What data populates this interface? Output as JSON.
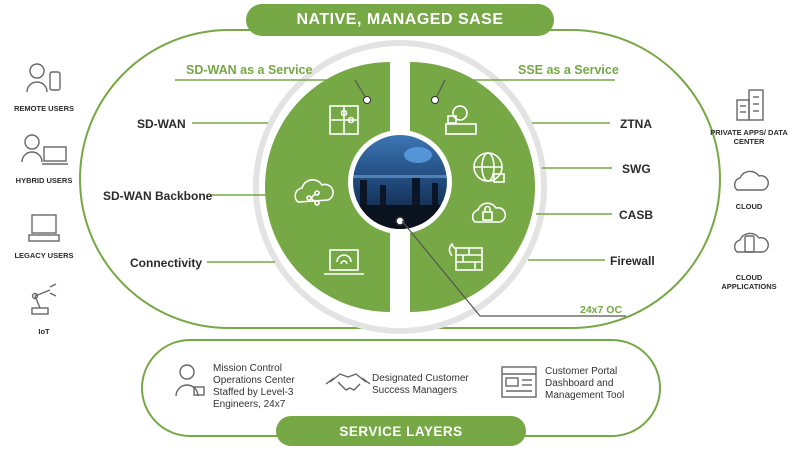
{
  "header": {
    "title": "NATIVE, MANAGED SASE"
  },
  "footer": {
    "title": "SERVICE LAYERS"
  },
  "left_segment": {
    "title": "SD-WAN as a Service",
    "items": [
      "SD-WAN",
      "SD-WAN Backbone",
      "Connectivity"
    ]
  },
  "right_segment": {
    "title": "SSE as a Service",
    "items": [
      "ZTNA",
      "SWG",
      "CASB",
      "Firewall"
    ],
    "operations_label": "24x7 OC"
  },
  "left_side": {
    "items": [
      {
        "label": "REMOTE USERS",
        "icon": "remote-user-icon"
      },
      {
        "label": "HYBRID USERS",
        "icon": "hybrid-user-icon"
      },
      {
        "label": "LEGACY USERS",
        "icon": "legacy-computer-icon"
      },
      {
        "label": "IoT",
        "icon": "robot-arm-icon"
      }
    ]
  },
  "right_side": {
    "items": [
      {
        "label": "PRIVATE APPS/ DATA CENTER",
        "icon": "building-icon"
      },
      {
        "label": "CLOUD",
        "icon": "cloud-icon"
      },
      {
        "label": "CLOUD APPLICATIONS",
        "icon": "cloud-phone-icon"
      }
    ]
  },
  "service_layers": [
    {
      "text": "Mission Control Operations Center Staffed by Level-3 Engineers, 24x7",
      "icon": "operator-icon"
    },
    {
      "text": "Designated Customer Success Managers",
      "icon": "handshake-icon"
    },
    {
      "text": "Customer Portal Dashboard and Management Tool",
      "icon": "dashboard-icon"
    }
  ],
  "colors": {
    "accent": "#76a845",
    "text": "#2b2b2b",
    "icon": "#666666",
    "center_image": "#1f4f80"
  }
}
